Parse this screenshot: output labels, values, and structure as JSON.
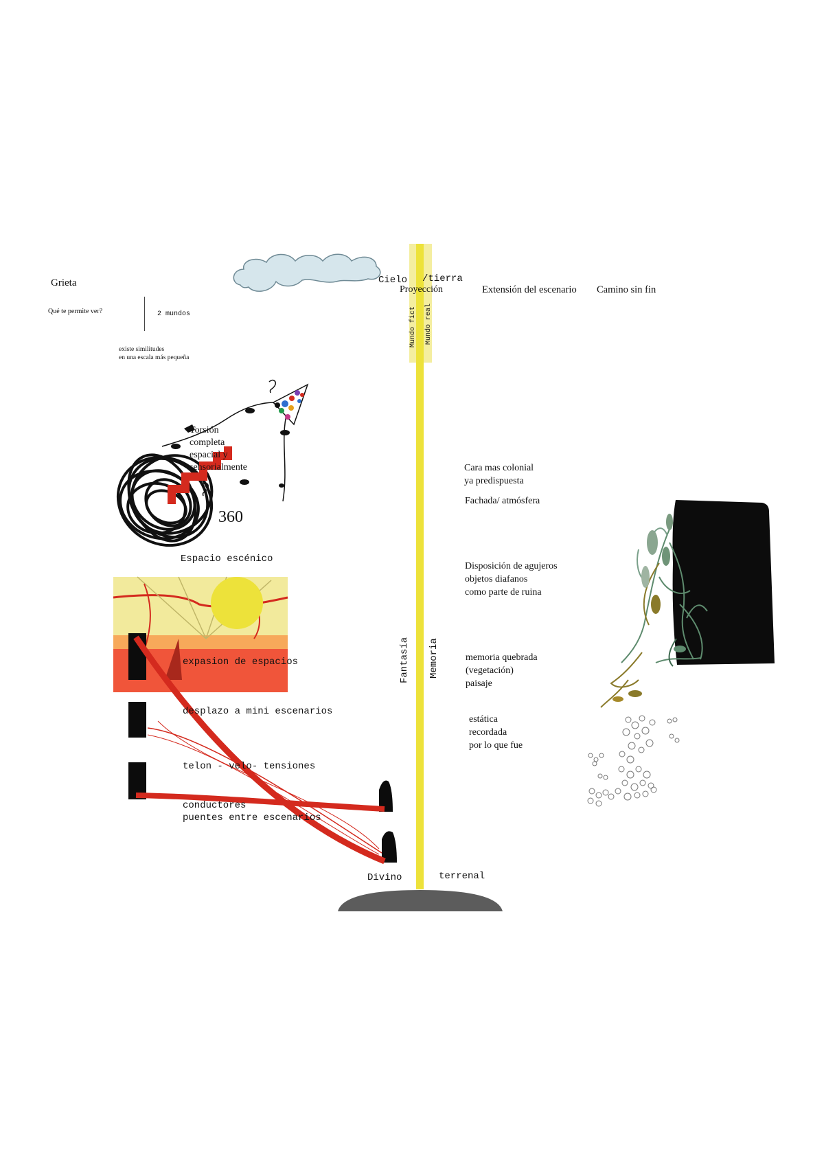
{
  "left_panel": {
    "grieta": "Grieta",
    "question": "Qué te permite ver?",
    "two_worlds": "2 mundos",
    "similarities": "existe similitudes\nen una escala más pequeña",
    "torsion": "Torsión\ncompleta\nespacial y\nsensorialmente",
    "degrees": "360",
    "scenic_space": "Espacio escénico",
    "expansion": "expasion de espacios",
    "displacement": "desplazo a mini escenarios",
    "curtain": "telon - velo- tensiones",
    "conductors": "conductores\npuentes entre escenarios"
  },
  "axis": {
    "cielo": "Cielo",
    "tierra": "/tierra",
    "proyeccion": "Proyección",
    "mundo_fict": "Mundo fict",
    "mundo_real": "Mundo real",
    "fantasia": "Fantasía",
    "memoria": "Memoria",
    "divino": "Divino",
    "terrenal": "terrenal"
  },
  "top_right": {
    "extension": "Extensión del escenario",
    "camino": "Camino sin fin"
  },
  "right_panel": {
    "colonial": "Cara mas colonial\nya predispuesta",
    "fachada": "Fachada/ atmósfera",
    "agujeros": "Disposición de agujeros\nobjetos diafanos\ncomo parte de ruina",
    "memoria_quebrada": "memoria quebrada\n(vegetación)\npaisaje",
    "estatica": "estática\nrecordada\npor lo que fue"
  },
  "colors": {
    "axis_yellow": "#ede23a",
    "axis_band": "#f4eea0",
    "red": "#d42a1e",
    "black": "#0c0c0c",
    "ground": "#5c5c5c",
    "cloud": "#d6e6ec",
    "vegetation": "#5e8b6e",
    "vegetation_ochre": "#8a7a2a"
  }
}
